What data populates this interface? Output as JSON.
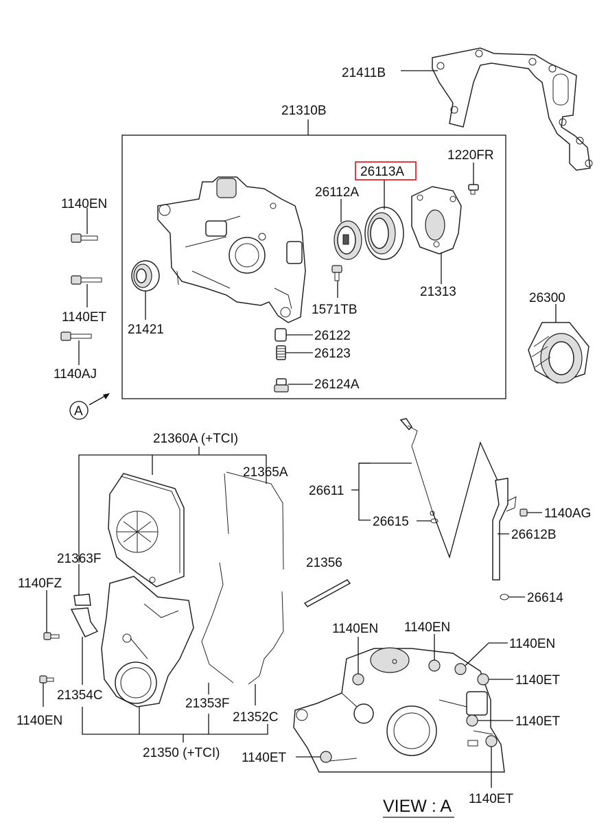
{
  "labels": {
    "p21411B": "21411B",
    "p21310B": "21310B",
    "p26113A": "26113A",
    "p1220FR": "1220FR",
    "p26112A": "26112A",
    "p21313": "21313",
    "p1571TB": "1571TB",
    "p21421": "21421",
    "p26122": "26122",
    "p26123": "26123",
    "p26124A": "26124A",
    "p26300": "26300",
    "p1140EN_a": "1140EN",
    "p1140ET_a": "1140ET",
    "p1140AJ": "1140AJ",
    "view_marker": "A",
    "p21360A": "21360A (+TCI)",
    "p21365A": "21365A",
    "p21363F": "21363F",
    "p1140FZ": "1140FZ",
    "p21356": "21356",
    "p21354C": "21354C",
    "p21353F": "21353F",
    "p21352C": "21352C",
    "p1140EN_b": "1140EN",
    "p21350": "21350 (+TCI)",
    "p26611": "26611",
    "p26615": "26615",
    "p1140AG": "1140AG",
    "p26612B": "26612B",
    "p26614": "26614",
    "v1140EN_1": "1140EN",
    "v1140EN_2": "1140EN",
    "v1140EN_3": "1140EN",
    "v1140ET_1": "1140ET",
    "v1140ET_2": "1140ET",
    "v1140ET_3": "1140ET",
    "v1140ET_4": "1140ET",
    "view_caption": "VIEW : A"
  },
  "colors": {
    "highlight": "#e8252b",
    "line": "#111111"
  }
}
